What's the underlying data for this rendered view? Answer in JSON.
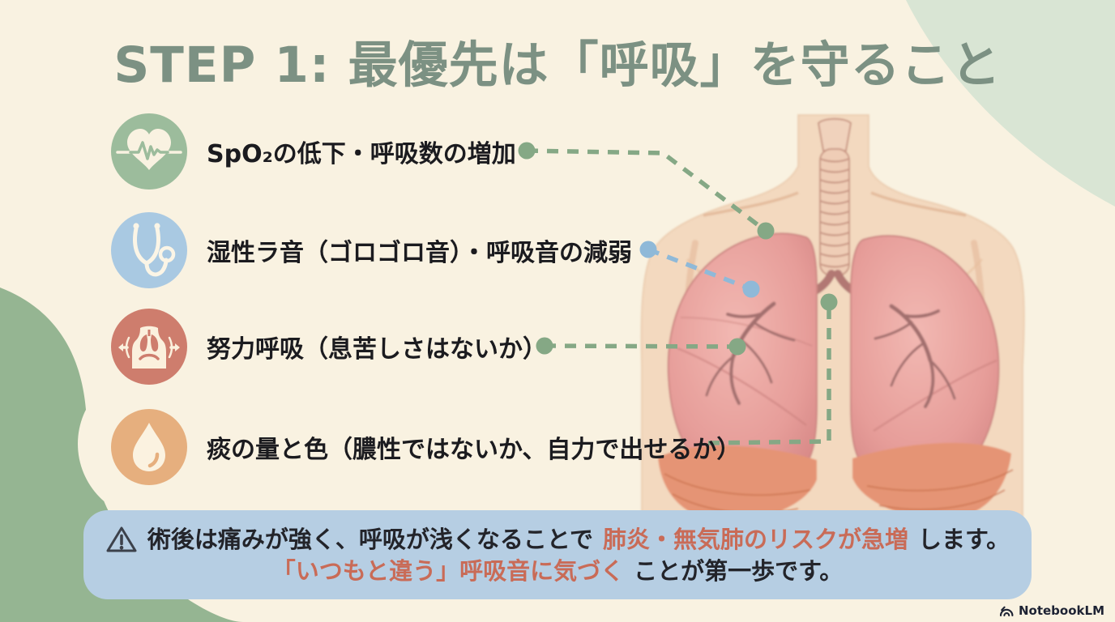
{
  "slide": {
    "title": "STEP 1: 最優先は「呼吸」を守ること",
    "brand": "NotebookLM"
  },
  "checklist": [
    {
      "icon": "heartbeat-icon",
      "label": "SpO₂の低下・呼吸数の増加",
      "color": "#9CBC9C"
    },
    {
      "icon": "stethoscope-icon",
      "label": "湿性ラ音（ゴロゴロ音）・呼吸音の減弱",
      "color": "#A9C9E2"
    },
    {
      "icon": "labored-breathing-icon",
      "label": "努力呼吸（息苦しさはないか）",
      "color": "#CE7D6D"
    },
    {
      "icon": "sputum-droplet-icon",
      "label": "痰の量と色（膿性ではないか、自力で出せるか）",
      "color": "#E6AF7E"
    }
  ],
  "warning_banner": {
    "line1": [
      {
        "text": "術後は痛みが強く、呼吸が浅くなることで",
        "emphasis": false
      },
      {
        "text": "肺炎・無気肺のリスクが急増",
        "emphasis": true
      },
      {
        "text": "します。",
        "emphasis": false
      }
    ],
    "line2": [
      {
        "text": "「いつもと違う」呼吸音に気づく",
        "emphasis": true
      },
      {
        "text": "ことが第一歩です。",
        "emphasis": false
      }
    ]
  },
  "colors": {
    "background": "#F9F2E1",
    "title": "#7C9183",
    "banner_background": "#B6CEE3",
    "emphasis_red": "#C96B57",
    "text_dark": "#1B1B1F",
    "blob_top_right": "#D9E5D4",
    "blob_bottom_left": "#95B592",
    "connector_green": "#85A885",
    "connector_blue": "#8FB9D8"
  }
}
